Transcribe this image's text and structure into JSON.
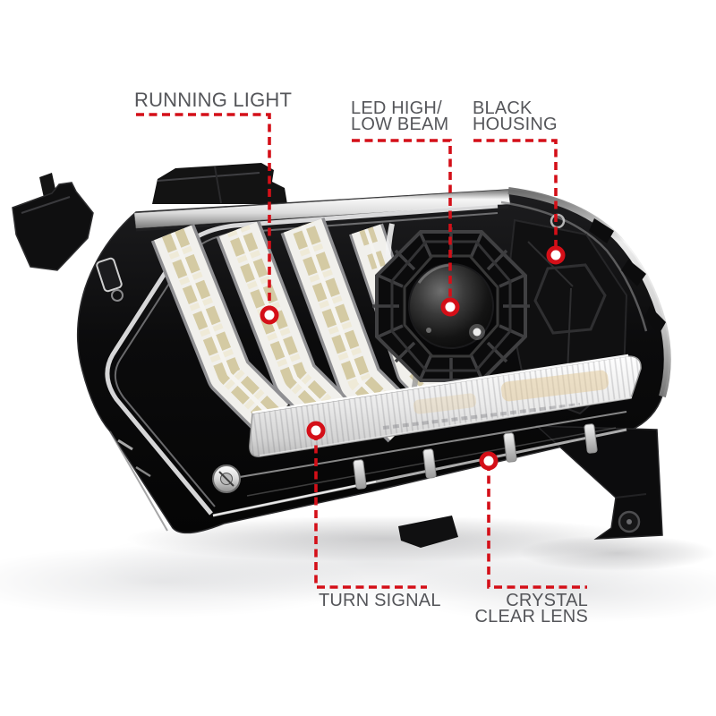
{
  "page": {
    "background": "#ffffff",
    "description": "Annotated product photo of an LED projector headlight with black housing, running light strips, turn signal bar and clear lens"
  },
  "palette": {
    "accent_red": "#d40f18",
    "label_gray": "#55565a",
    "housing_black": "#0b0b0b",
    "chrome_silver": "#d9d9d9",
    "led_amber": "#d2c79f",
    "lens_white": "#ececec"
  },
  "callouts": {
    "running_light": {
      "label": "RUNNING LIGHT",
      "marker": "red-ring-dot"
    },
    "led_beam": {
      "line1": "LED HIGH/",
      "line2": "LOW BEAM",
      "marker": "red-ring-dot"
    },
    "black_housing": {
      "line1": "BLACK",
      "line2": "HOUSING",
      "marker": "red-ring-dot"
    },
    "turn_signal": {
      "label": "TURN SIGNAL",
      "marker": "red-ring-dot"
    },
    "crystal_lens": {
      "line1": "CRYSTAL",
      "line2": "CLEAR LENS",
      "marker": "red-ring-dot"
    }
  }
}
